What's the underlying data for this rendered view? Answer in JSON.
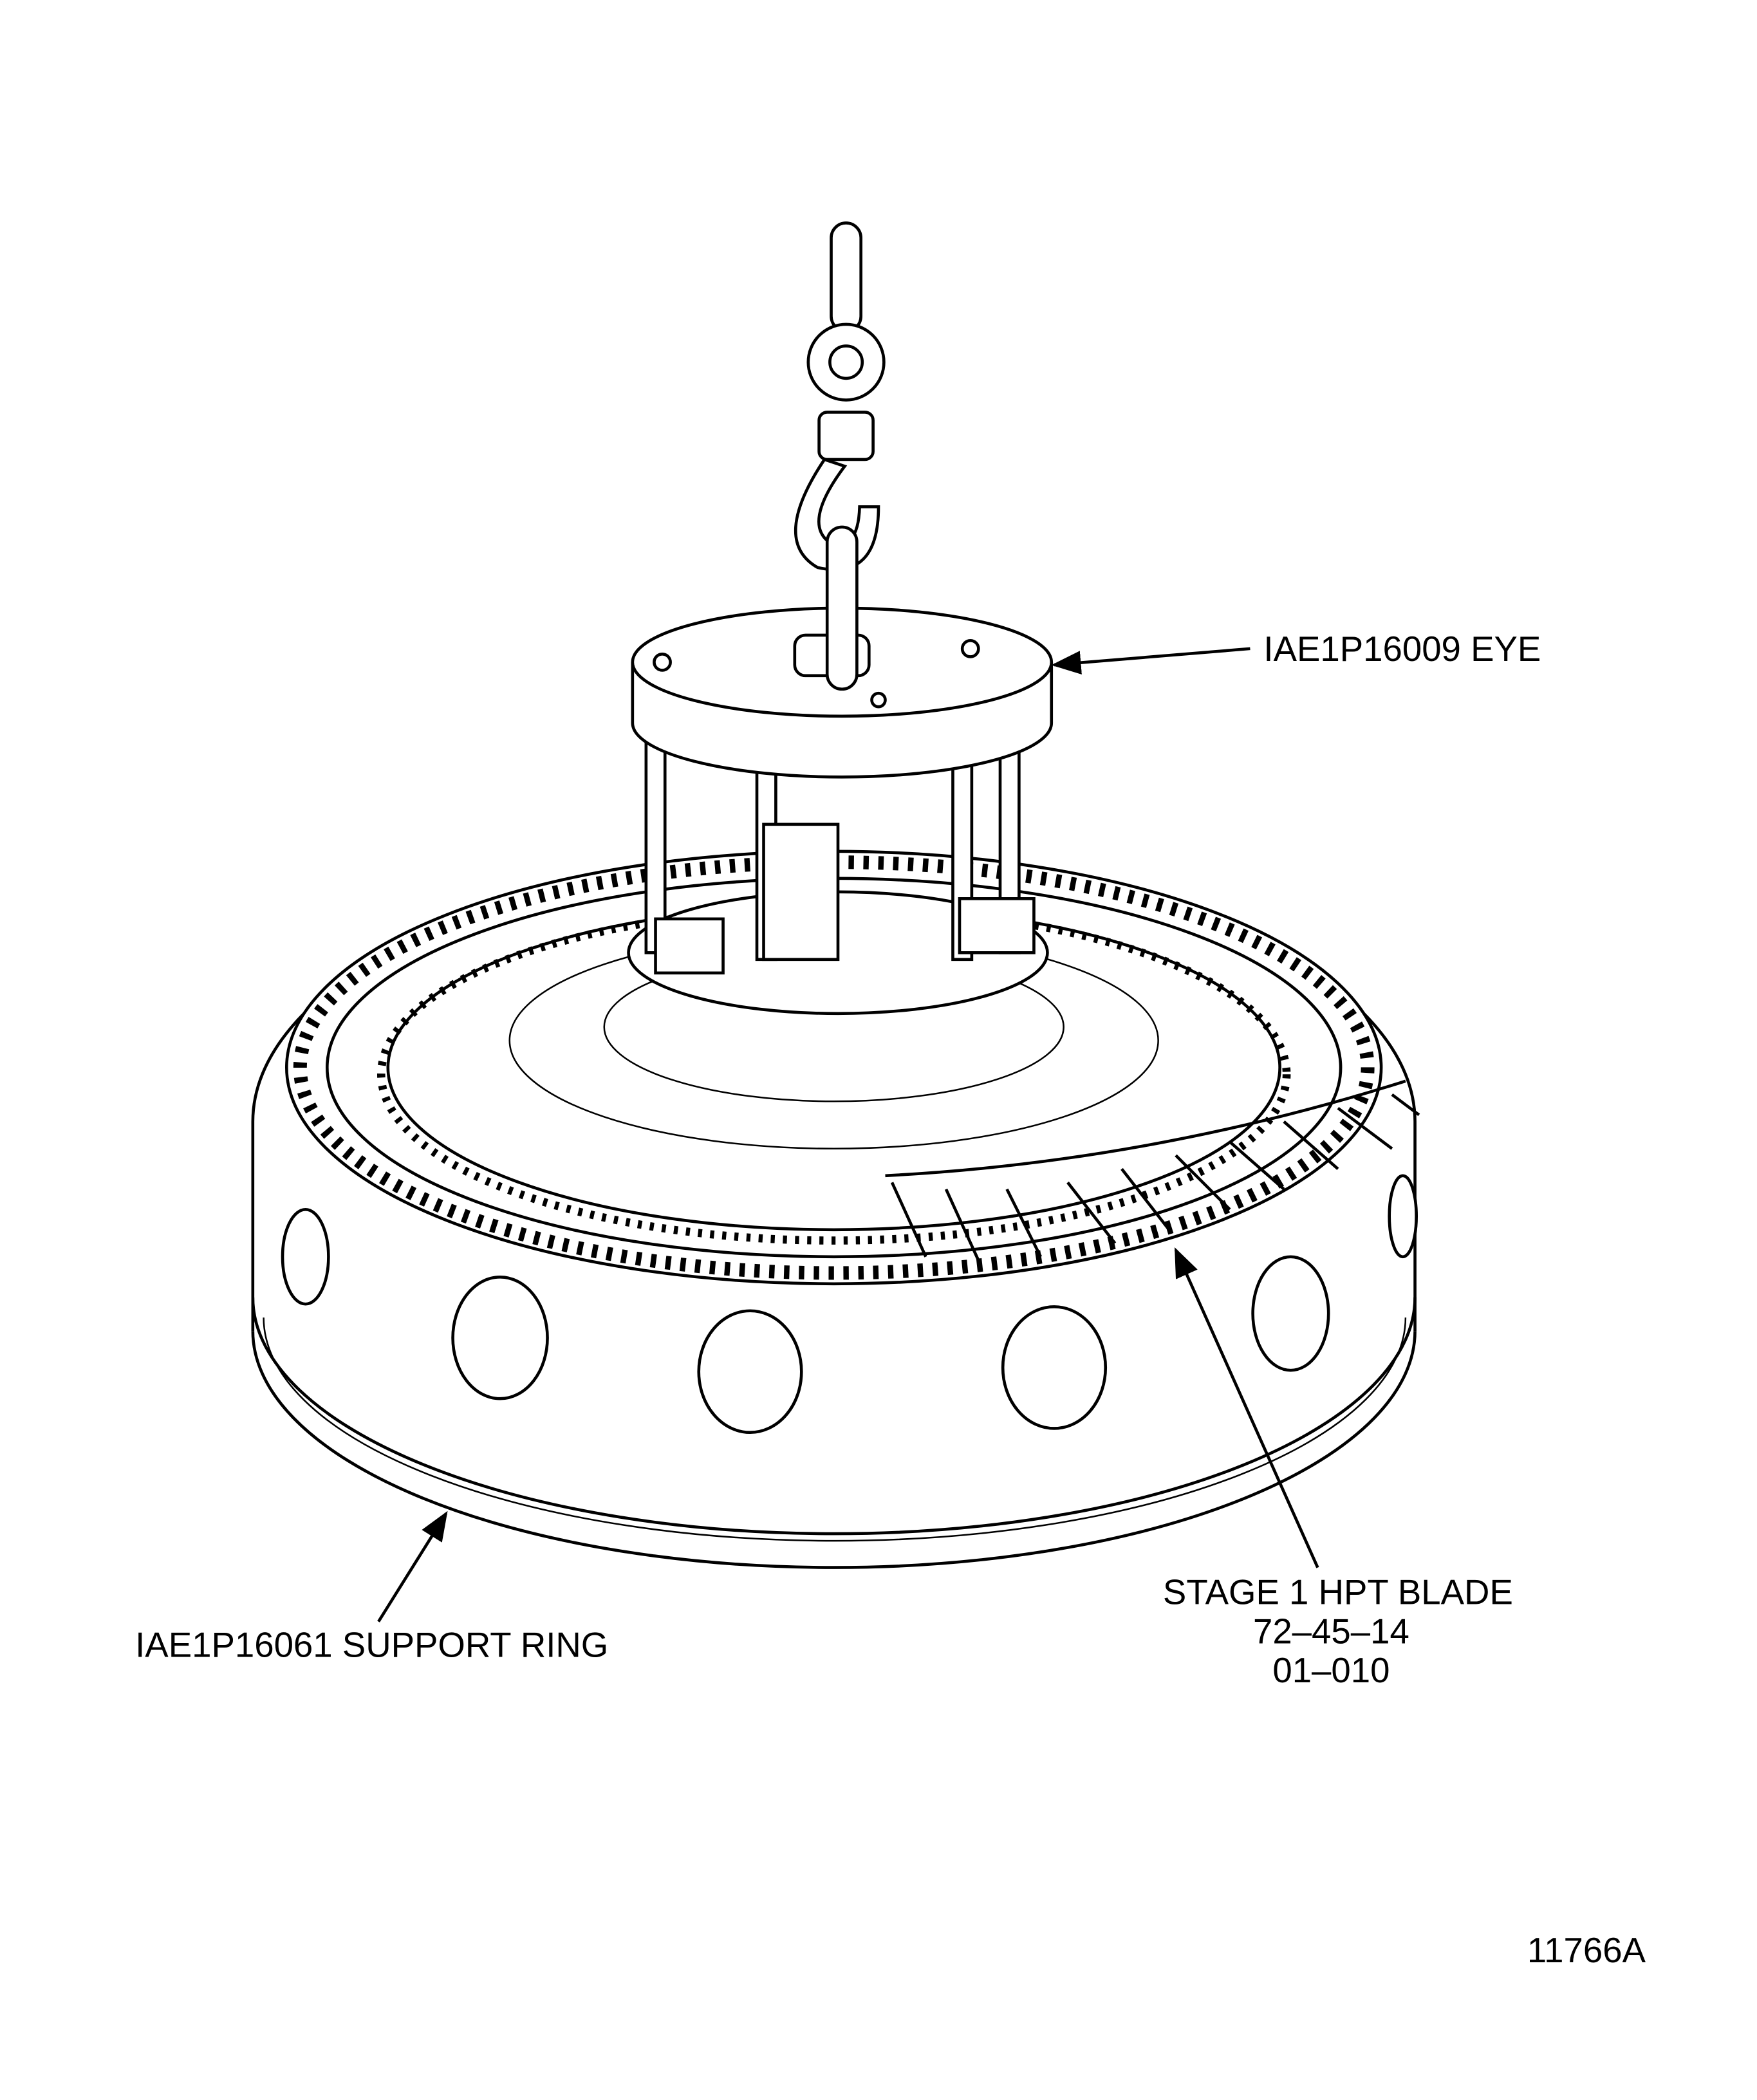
{
  "callouts": {
    "eye": "IAE1P16009 EYE",
    "support_ring": "IAE1P16061 SUPPORT RING",
    "blade_line1": "STAGE 1 HPT BLADE",
    "blade_line2": "72–45–14",
    "blade_line3": "01–010"
  },
  "figure_id": "11766A"
}
